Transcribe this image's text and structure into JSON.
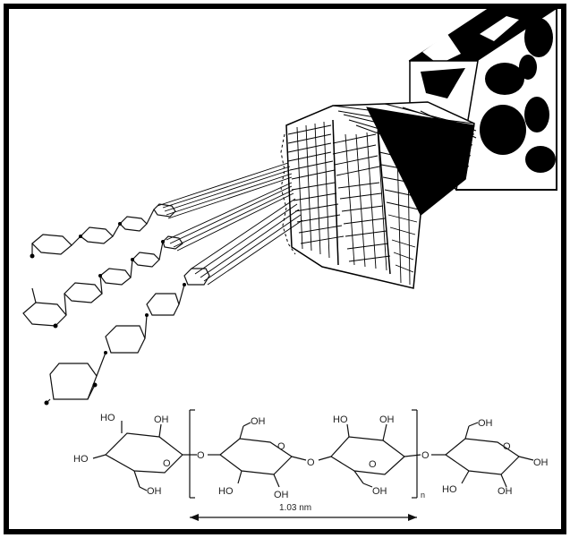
{
  "colors": {
    "border": "#000000",
    "ink": "#111111",
    "background": "#ffffff"
  },
  "structure": {
    "left_unit": {
      "ho_top1": "HO",
      "oh_top": "OH",
      "ho_left": "HO",
      "oh_bottom": "OH",
      "ring_o": "O"
    },
    "link_o1": "O",
    "bracket_unit_a": {
      "oh_top": "OH",
      "ring_o": "O",
      "ho_bottom": "HO",
      "oh_bottom": "OH"
    },
    "link_o2": "O",
    "bracket_unit_b": {
      "ho_top": "HO",
      "oh_top": "OH",
      "ring_o": "O",
      "oh_bottom": "OH"
    },
    "repeat_subscript": "n",
    "link_o3": "O",
    "right_unit": {
      "oh_top": "OH",
      "ring_o": "O",
      "oh_right": "OH",
      "ho_bottom": "HO",
      "oh_bottom": "OH"
    }
  },
  "dimension_label": "1.03 nm"
}
